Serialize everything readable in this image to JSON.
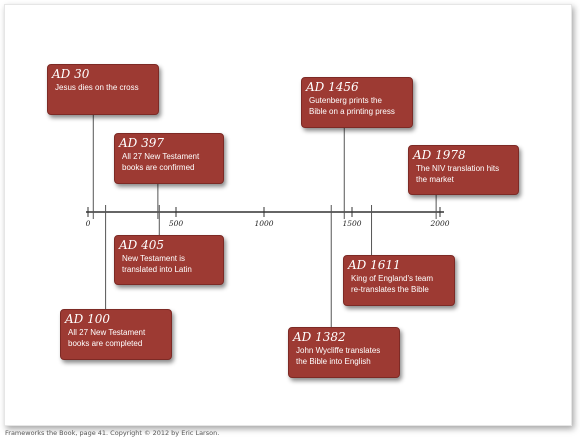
{
  "axis": {
    "ticks": [
      {
        "value": 0,
        "label": "0"
      },
      {
        "value": 500,
        "label": "500"
      },
      {
        "value": 1000,
        "label": "1000"
      },
      {
        "value": 1500,
        "label": "1500"
      },
      {
        "value": 2000,
        "label": "2000"
      }
    ]
  },
  "events": [
    {
      "year": 30,
      "title": "AD 30",
      "lines": [
        "Jesus dies on the cross"
      ]
    },
    {
      "year": 397,
      "title": "AD 397",
      "lines": [
        "All 27 New Testament",
        "books are confirmed"
      ]
    },
    {
      "year": 1456,
      "title": "AD 1456",
      "lines": [
        "Gutenberg prints the",
        "Bible on a printing press"
      ]
    },
    {
      "year": 1978,
      "title": "AD 1978",
      "lines": [
        "The NIV translation hits",
        "the market"
      ]
    },
    {
      "year": 405,
      "title": "AD 405",
      "lines": [
        "New Testament is",
        "translated into Latin"
      ]
    },
    {
      "year": 1611,
      "title": "AD 1611",
      "lines": [
        "King of England's team",
        "re-translates the Bible"
      ]
    },
    {
      "year": 100,
      "title": "AD 100",
      "lines": [
        "All 27 New Testament",
        "books are completed"
      ]
    },
    {
      "year": 1382,
      "title": "AD 1382",
      "lines": [
        "John Wycliffe translates",
        "the Bible into English"
      ]
    }
  ],
  "footer": "Frameworks the Book, page 41. Copyright © 2012 by Eric Larson."
}
